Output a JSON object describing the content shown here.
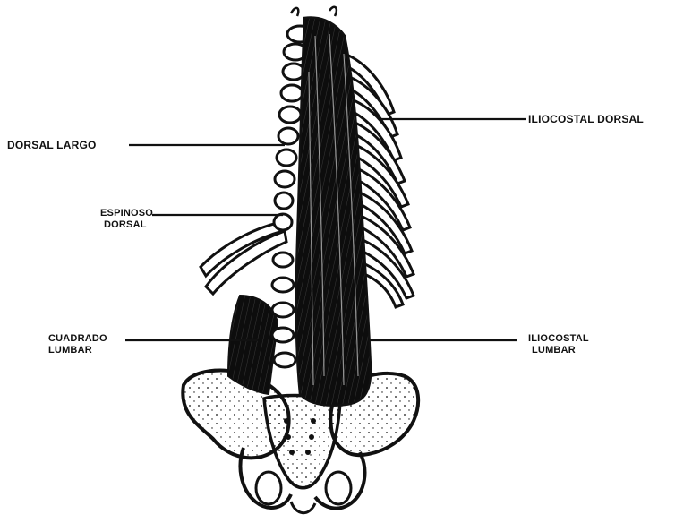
{
  "labels": {
    "dorsal_largo": "DORSAL LARGO",
    "iliocostal_dorsal": "ILIOCOSTAL DORSAL",
    "espinoso_dorsal_line1": "ESPINOSO",
    "espinoso_dorsal_line2": "DORSAL",
    "cuadrado_lumbar_line1": "CUADRADO",
    "cuadrado_lumbar_line2": "LUMBAR",
    "iliocostal_lumbar_line1": "ILIOCOSTAL",
    "iliocostal_lumbar_line2": "LUMBAR"
  },
  "colors": {
    "ink": "#111111",
    "bone": "#ffffff",
    "background": "#ffffff"
  }
}
